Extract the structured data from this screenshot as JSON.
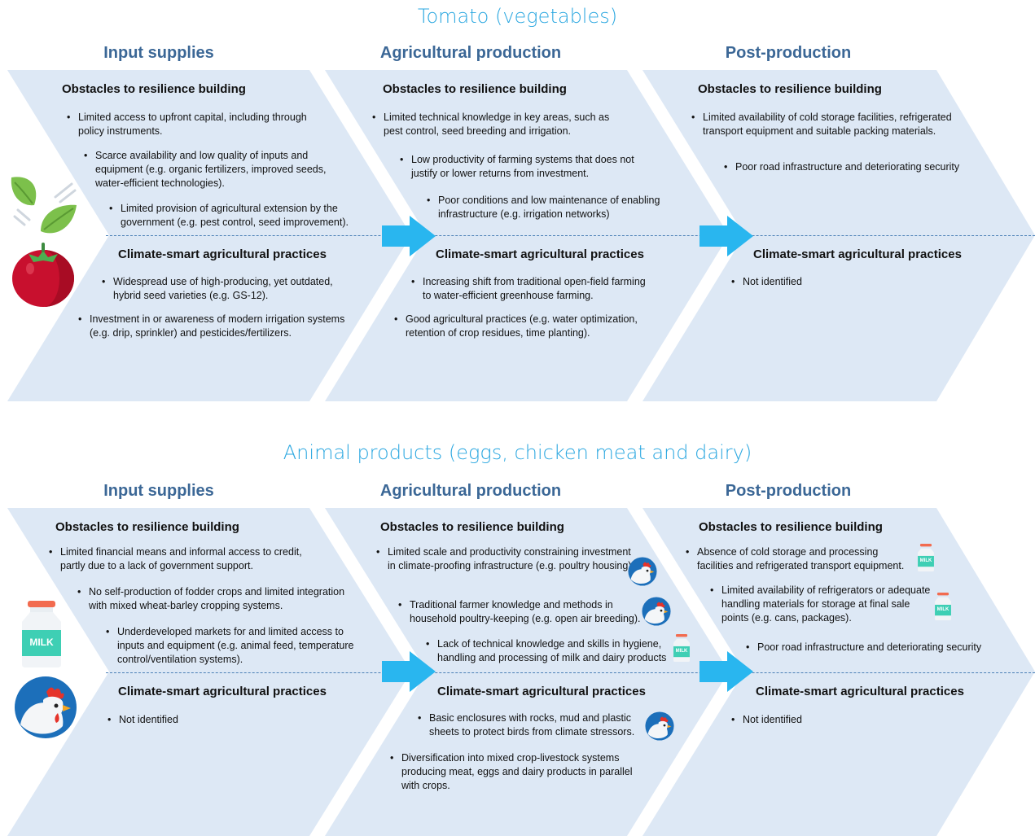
{
  "sections": [
    {
      "title": "Tomato (vegetables)",
      "stages": [
        {
          "name": "Input supplies",
          "obstacles_heading": "Obstacles to resilience building",
          "obstacles": [
            "Limited access to upfront capital, including through policy instruments.",
            "Scarce availability and low quality of inputs and equipment (e.g. organic fertilizers, improved seeds, water-efficient technologies).",
            "Limited provision of agricultural extension by the government (e.g. pest control, seed improvement)."
          ],
          "practices_heading": "Climate-smart agricultural practices",
          "practices": [
            "Widespread use of high-producing, yet outdated, hybrid seed varieties (e.g. GS-12).",
            "Investment in or awareness of modern irrigation systems (e.g. drip, sprinkler) and pesticides/fertilizers."
          ]
        },
        {
          "name": "Agricultural production",
          "obstacles_heading": "Obstacles to resilience building",
          "obstacles": [
            "Limited technical knowledge in key areas, such as pest control, seed breeding and irrigation.",
            "Low productivity of farming systems that does not justify or lower returns from investment.",
            "Poor conditions and low maintenance of enabling infrastructure (e.g. irrigation networks)"
          ],
          "practices_heading": "Climate-smart agricultural practices",
          "practices": [
            "Increasing shift from traditional open-field farming to water-efficient greenhouse farming.",
            "Good agricultural practices (e.g. water optimization, retention of crop residues, time planting)."
          ]
        },
        {
          "name": "Post-production",
          "obstacles_heading": "Obstacles to resilience building",
          "obstacles": [
            "Limited availability of cold storage facilities, refrigerated transport equipment and suitable packing materials.",
            "Poor road infrastructure and deteriorating security"
          ],
          "practices_heading": "Climate-smart agricultural practices",
          "practices": [
            "Not identified"
          ]
        }
      ]
    },
    {
      "title": "Animal products (eggs, chicken meat and dairy)",
      "stages": [
        {
          "name": "Input supplies",
          "obstacles_heading": "Obstacles to resilience building",
          "obstacles": [
            "Limited financial means and informal access to credit, partly due to a lack of government support.",
            "No self-production of fodder crops and limited integration with mixed wheat-barley cropping systems.",
            "Underdeveloped markets for and limited access to inputs and equipment (e.g. animal feed, temperature control/ventilation systems)."
          ],
          "practices_heading": "Climate-smart agricultural practices",
          "practices": [
            "Not identified"
          ]
        },
        {
          "name": "Agricultural production",
          "obstacles_heading": "Obstacles to resilience building",
          "obstacles": [
            "Limited scale and productivity constraining investment in climate-proofing infrastructure (e.g. poultry housing).",
            "Traditional farmer knowledge and methods in household poultry-keeping (e.g. open air breeding).",
            "Lack of technical knowledge and skills in hygiene, handling and processing of milk and dairy products"
          ],
          "practices_heading": "Climate-smart agricultural practices",
          "practices": [
            "Basic enclosures with rocks, mud and plastic sheets to protect birds from climate stressors.",
            "Diversification into mixed crop-livestock systems producing meat, eggs and dairy products in parallel with crops."
          ]
        },
        {
          "name": "Post-production",
          "obstacles_heading": "Obstacles to resilience building",
          "obstacles": [
            "Absence of cold storage and processing facilities and refrigerated transport equipment.",
            "Limited availability of refrigerators or adequate handling materials for storage at final sale points (e.g. cans, packages).",
            "Poor road infrastructure and deteriorating security"
          ],
          "practices_heading": "Climate-smart agricultural practices",
          "practices": [
            "Not identified"
          ]
        }
      ]
    }
  ],
  "icons": {
    "milk_label": "MILK",
    "tomato": "tomato-icon",
    "leaves": "leaves-icon",
    "milk": "milk-bottle-icon",
    "chicken": "chicken-icon"
  },
  "colors": {
    "chevron": "#dde8f5",
    "stage_heading": "#3b6796",
    "section_title": "#2aa7e0",
    "arrow": "#29b6ef",
    "dashed_line": "#4a7fb6"
  }
}
